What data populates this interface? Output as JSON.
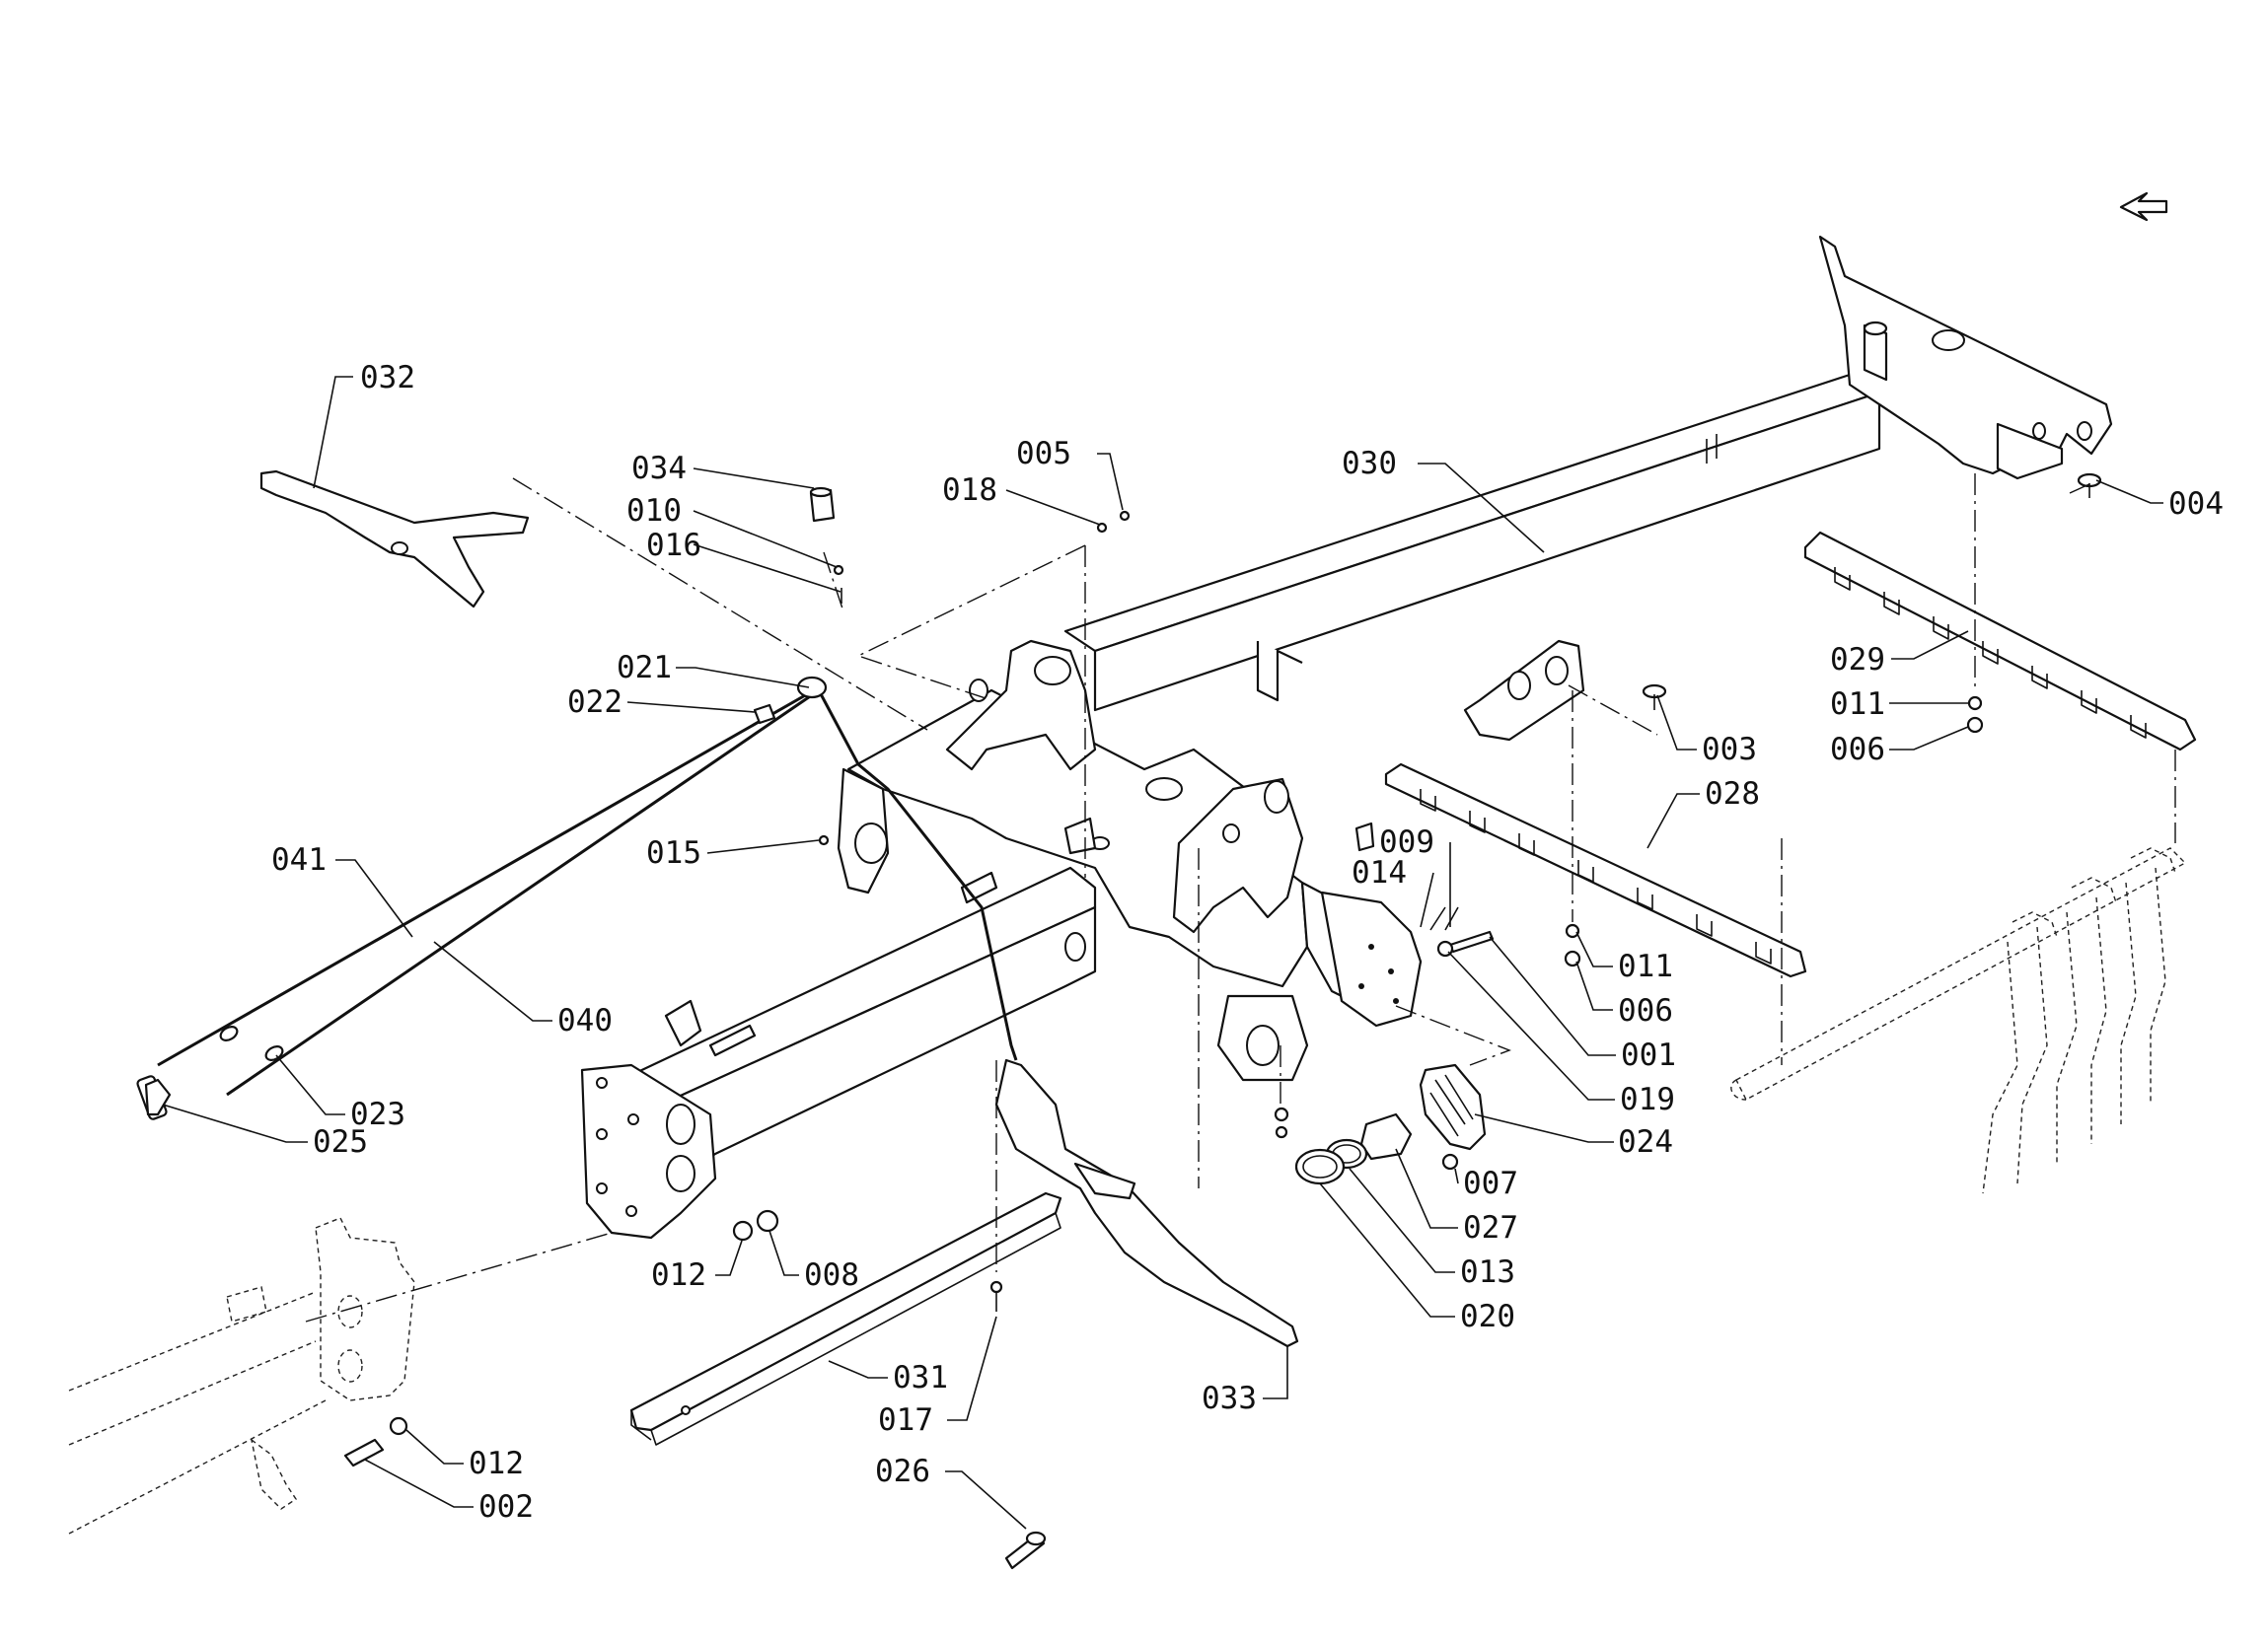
{
  "diagram": {
    "type": "exploded parts view",
    "part_labels": [
      "001",
      "002",
      "003",
      "004",
      "005",
      "006",
      "006",
      "007",
      "008",
      "009",
      "010",
      "011",
      "011",
      "012",
      "012",
      "013",
      "014",
      "015",
      "016",
      "017",
      "018",
      "019",
      "020",
      "021",
      "022",
      "023",
      "024",
      "025",
      "026",
      "027",
      "028",
      "029",
      "030",
      "031",
      "032",
      "033",
      "034",
      "040",
      "041"
    ]
  },
  "callouts": {
    "c032": "032",
    "c034": "034",
    "c010": "010",
    "c016": "016",
    "c005": "005",
    "c018": "018",
    "c030": "030",
    "c004": "004",
    "c021": "021",
    "c022": "022",
    "c029": "029",
    "c011a": "011",
    "c006a": "006",
    "c003": "003",
    "c028": "028",
    "c015": "015",
    "c041": "041",
    "c009": "009",
    "c014": "014",
    "c011b": "011",
    "c006b": "006",
    "c001": "001",
    "c040": "040",
    "c019": "019",
    "c023": "023",
    "c024": "024",
    "c025": "025",
    "c007": "007",
    "c027": "027",
    "c012a": "012",
    "c008": "008",
    "c013": "013",
    "c020": "020",
    "c031": "031",
    "c017": "017",
    "c033": "033",
    "c012b": "012",
    "c002": "002",
    "c026": "026"
  }
}
